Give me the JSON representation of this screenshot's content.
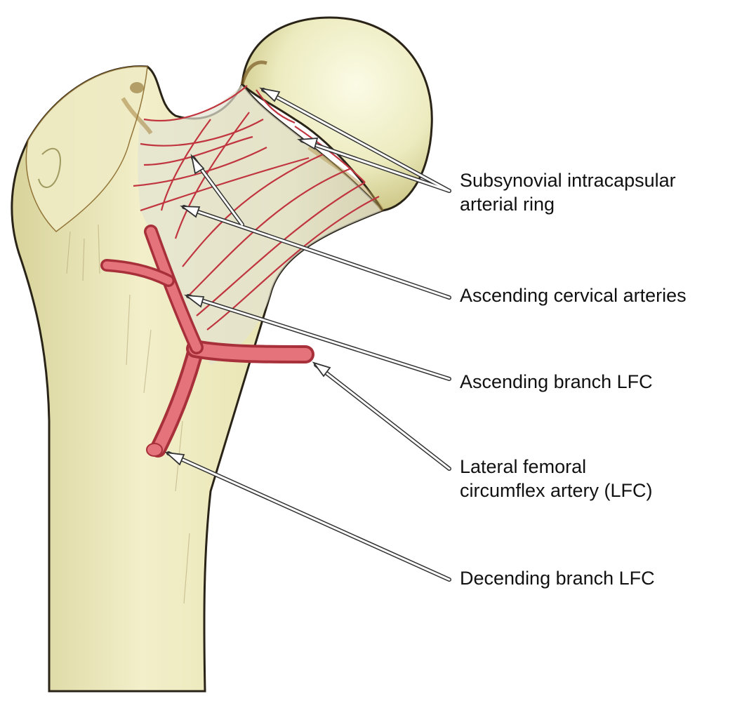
{
  "labels": {
    "ring_line1": "Subsynovial intracapsular",
    "ring_line2": "arterial ring",
    "cervical": "Ascending cervical arteries",
    "ascending": "Ascending branch LFC",
    "lfc_line1": "Lateral femoral",
    "lfc_line2": "circumflex artery (LFC)",
    "descending": "Decending branch LFC"
  },
  "colors": {
    "bone": "#ece8b8",
    "bone_shadow": "#c9b97a",
    "bone_dark": "#8a6a2c",
    "artery": "#d9545e",
    "artery_light": "#ef8a92",
    "vessel_line": "#c0353f",
    "outline": "#2a2418"
  }
}
